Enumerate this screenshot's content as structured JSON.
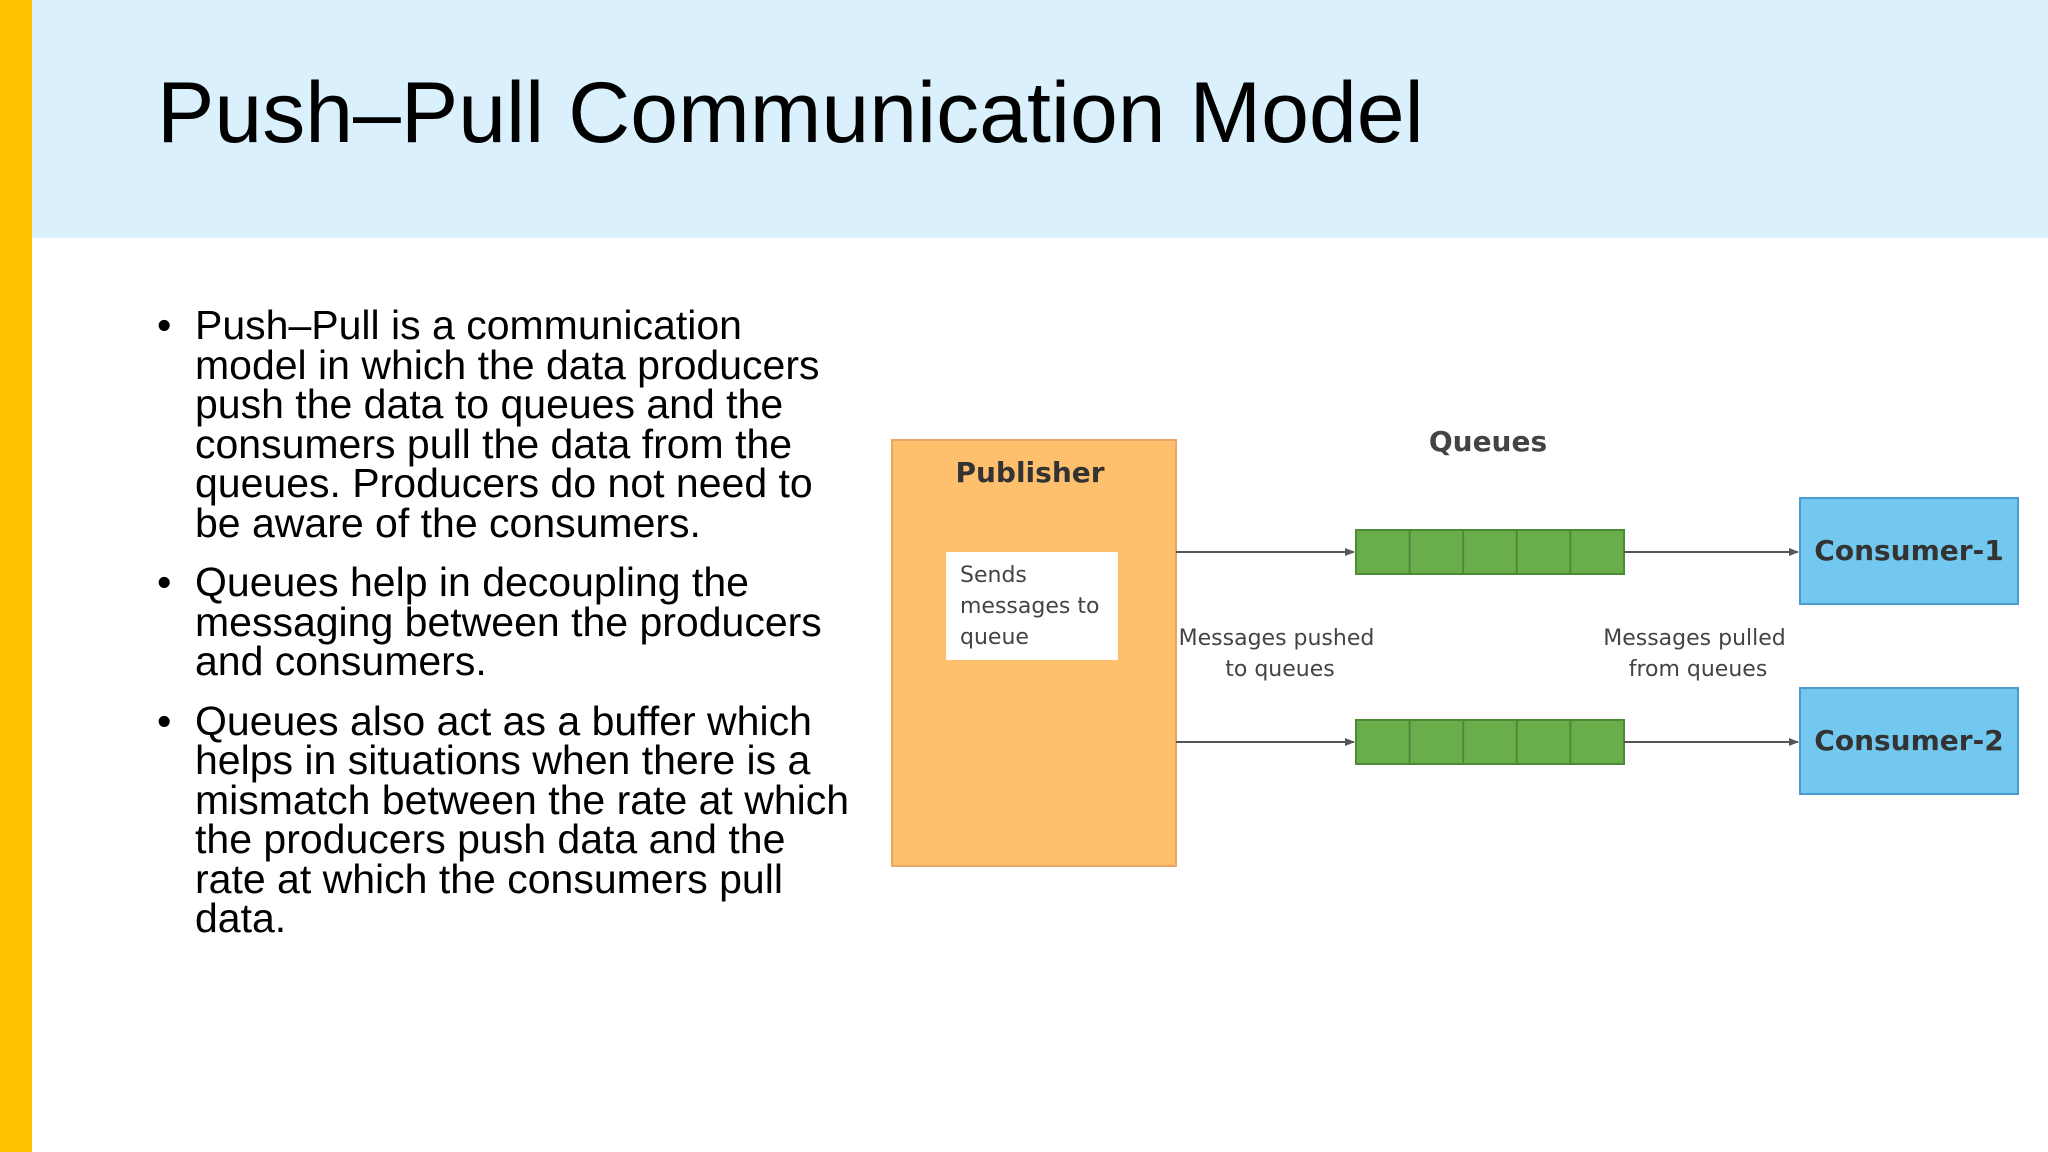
{
  "slide": {
    "title": "Push–Pull Communication Model",
    "bullets": [
      "Push–Pull is a communication model in which the data producers push the data to queues and the consumers pull the data from the queues. Producers do not need to be aware of the consumers.",
      "Queues help in decoupling the messaging between the producers and consumers.",
      "Queues also act as a buffer which helps in situations when there is a mismatch between the rate at which the producers push data and the rate at which the consumers pull data."
    ]
  },
  "diagram": {
    "publisher_label": "Publisher",
    "publisher_note": [
      "Sends",
      "messages to",
      "queue"
    ],
    "queues_label": "Queues",
    "pushed_label": [
      "Messages pushed",
      "to queues"
    ],
    "pulled_label": [
      "Messages pulled",
      "from queues"
    ],
    "consumers": [
      "Consumer-1",
      "Consumer-2"
    ],
    "queue_slots": 5
  },
  "colors": {
    "accent": "#FFC000",
    "title_band": "#DAF1FD",
    "publisher_fill": "#FFC06E",
    "queue_fill": "#6AAE4C",
    "consumer_fill": "#73C8F0"
  }
}
